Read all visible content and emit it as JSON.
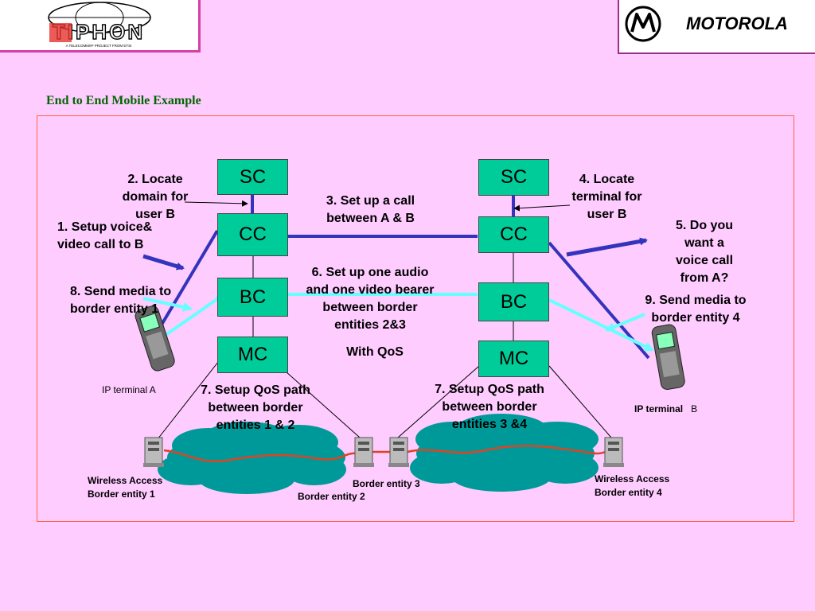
{
  "logos": {
    "tiphon_text": "TIPHON",
    "tiphon_tagline": "A TELECOMM/IP PROJECT FROM ETSI",
    "motorola_text": "MOTOROLA"
  },
  "title": "End to End Mobile Example",
  "nodes": {
    "sc_left": "SC",
    "cc_left": "CC",
    "bc_left": "BC",
    "mc_left": "MC",
    "sc_right": "SC",
    "cc_right": "CC",
    "bc_right": "BC",
    "mc_right": "MC"
  },
  "steps": {
    "step1": "1. Setup voice& video call to B",
    "step2": "2. Locate domain for user B",
    "step3": "3. Set up a call between A & B",
    "step4": "4. Locate terminal for user B",
    "step5": "5. Do you want a voice call from A?",
    "step6": "6. Set up one audio and one video bearer between border entities 2&3",
    "step6_qos": "With QoS",
    "step7_left": "7. Setup QoS path between border entities 1 & 2",
    "step7_right": "7. Setup QoS path between border entities 3 &4",
    "step8": "8. Send media to border entity 1",
    "step9": "9. Send media to border entity 4"
  },
  "labels": {
    "ip_terminal_a": "IP terminal A",
    "ip_terminal_b": "IP terminal",
    "ip_terminal_b_suffix": "B",
    "wireless_border_1": "Wireless Access Border entity 1",
    "border_2": "Border entity 2",
    "border_3": "Border entity 3",
    "wireless_border_4": "Wireless Access Border entity 4"
  },
  "colors": {
    "node_fill": "#00cc99",
    "signaling_line": "#3333bb",
    "media_line": "#66ffff",
    "qos_path": "#dd4422",
    "cloud": "#009999",
    "title": "#006600"
  }
}
